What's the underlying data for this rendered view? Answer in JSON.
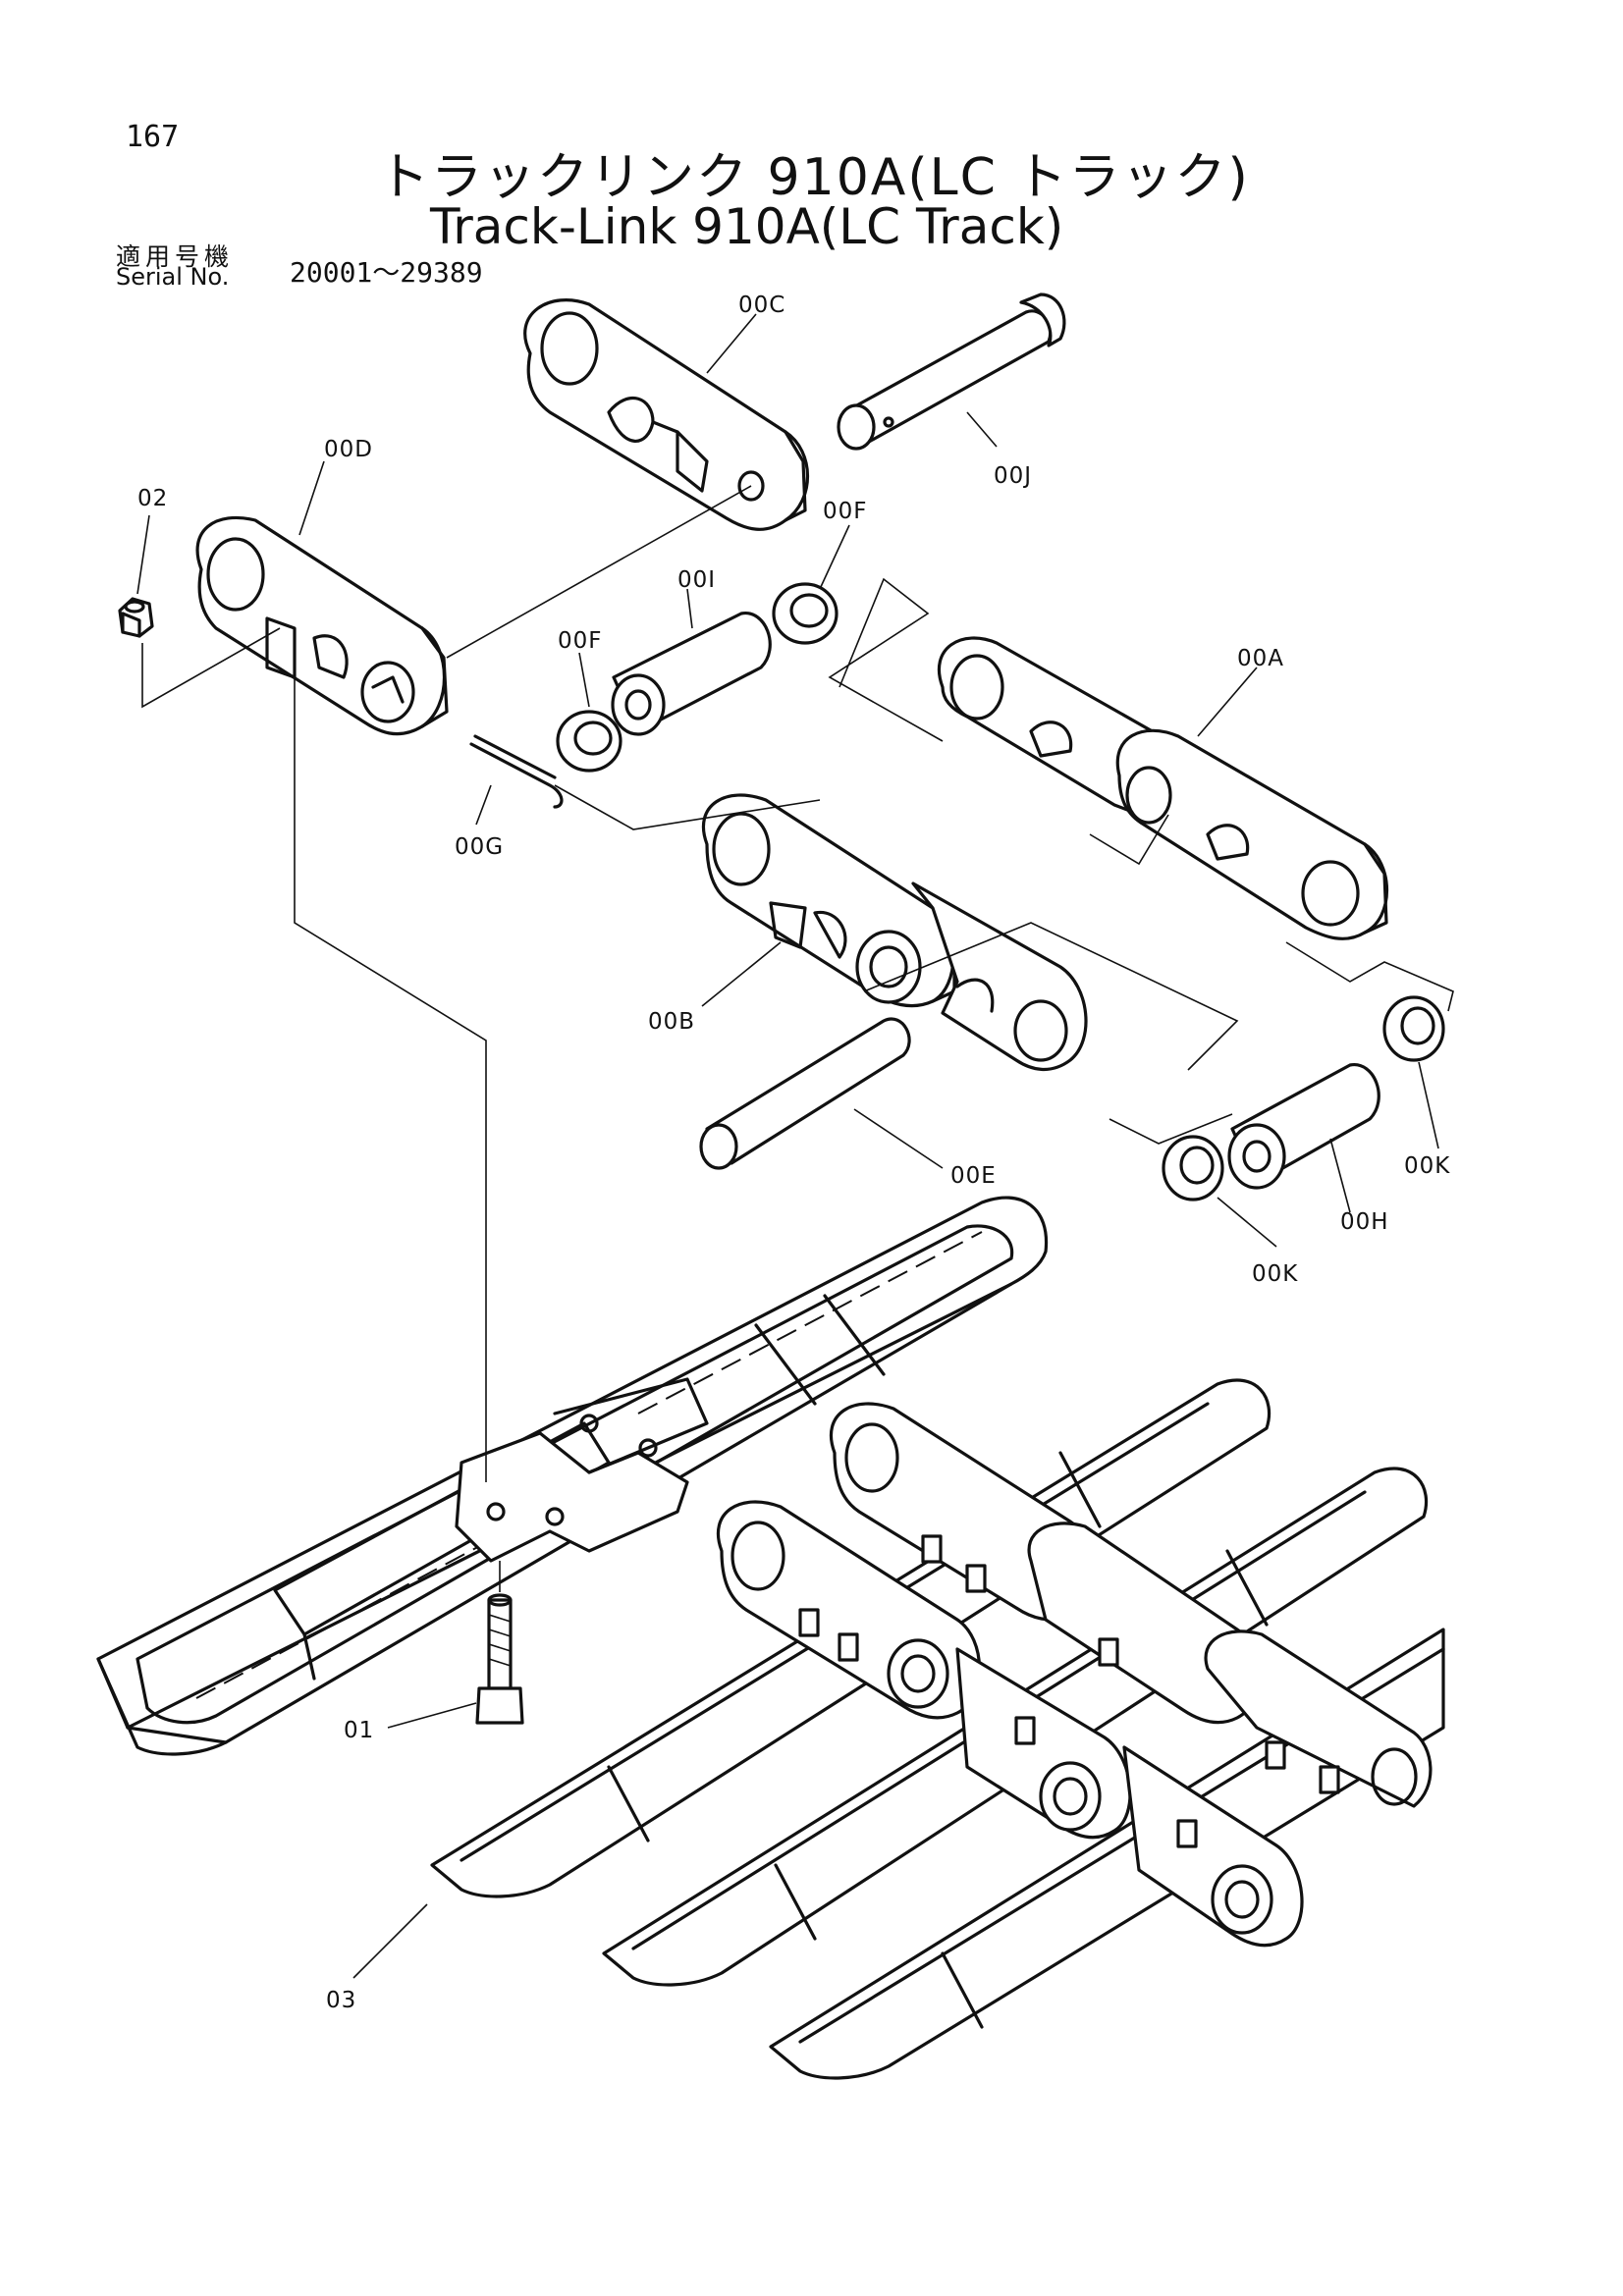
{
  "header": {
    "page_number": "167",
    "title_jp": "トラックリンク 910A(LC トラック)",
    "title_en": "Track-Link 910A(LC Track)",
    "serial_label_jp": "適用号機",
    "serial_label_en": "Serial No.",
    "serial_range": "20001～29389"
  },
  "callouts": {
    "c00C": "00C",
    "c00J": "00J",
    "c00D": "00D",
    "c02": "02",
    "c00F_a": "00F",
    "c00I": "00I",
    "c00F_b": "00F",
    "c00A": "00A",
    "c00G": "00G",
    "c00B": "00B",
    "c00E": "00E",
    "c00K_a": "00K",
    "c00H": "00H",
    "c00K_b": "00K",
    "c01": "01",
    "c03": "03"
  }
}
